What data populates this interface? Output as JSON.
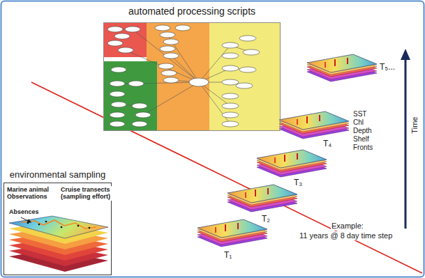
{
  "diagram": {
    "nodes": [
      {
        "text": [
          "automated processing scripts"
        ]
      },
      {
        "text": [
          "environmental sampling",
          "Marine animal Observations",
          "Cruise transects (sampling effort)",
          "Absences"
        ]
      }
    ],
    "labels": [
      "T₅...",
      "T₄",
      "SST Chl Depth Shelf Fronts",
      "T₃",
      "T₂",
      "Example:",
      "11 years @ 8 day time step",
      "T₁",
      "Time"
    ]
  }
}
